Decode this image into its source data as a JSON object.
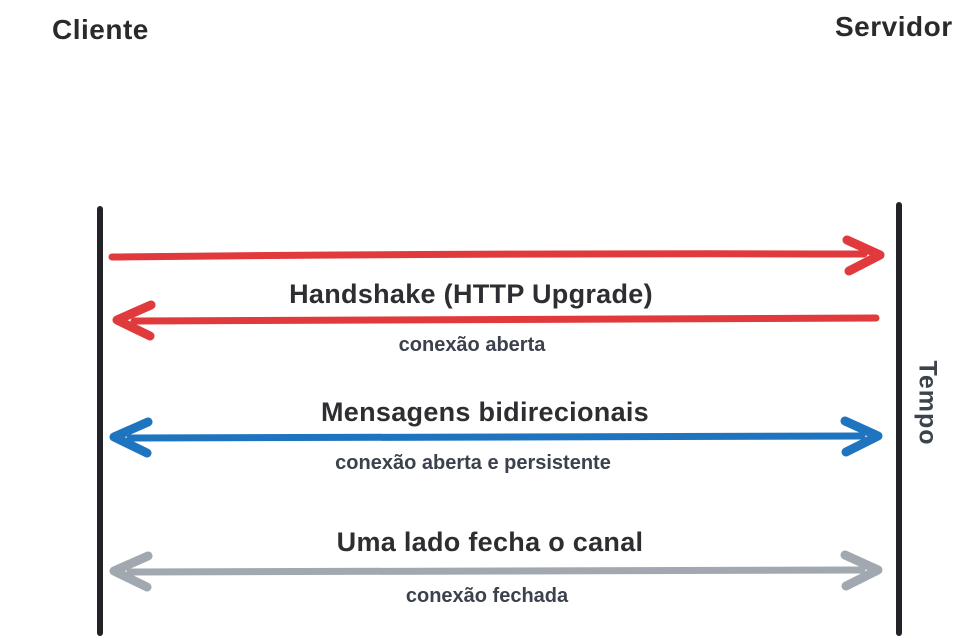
{
  "diagram": {
    "actors": {
      "client": "Cliente",
      "server": "Servidor"
    },
    "time_axis_label": "Tempo",
    "steps": [
      {
        "title": "Handshake (HTTP Upgrade)",
        "note": "conexão aberta",
        "arrow_color": "#e03a3c",
        "arrows": [
          "cliente-para-servidor",
          "servidor-para-cliente"
        ]
      },
      {
        "title": "Mensagens bidirecionais",
        "note": "conexão aberta e persistente",
        "arrow_color": "#1f74c0",
        "arrows": [
          "bidirecional"
        ]
      },
      {
        "title": "Uma lado fecha o canal",
        "note": "conexão fechada",
        "arrow_color": "#a2a8af",
        "arrows": [
          "bidirecional"
        ]
      }
    ],
    "colors": {
      "handshake_arrow": "#e03a3c",
      "message_arrow": "#1f74c0",
      "close_arrow": "#a2a8af",
      "lifeline": "#232327",
      "title_text": "#2e2e32",
      "note_text": "#3b414d",
      "actor_text": "#2a2a2d",
      "time_text": "#3d434d",
      "background": "#ffffff"
    }
  }
}
